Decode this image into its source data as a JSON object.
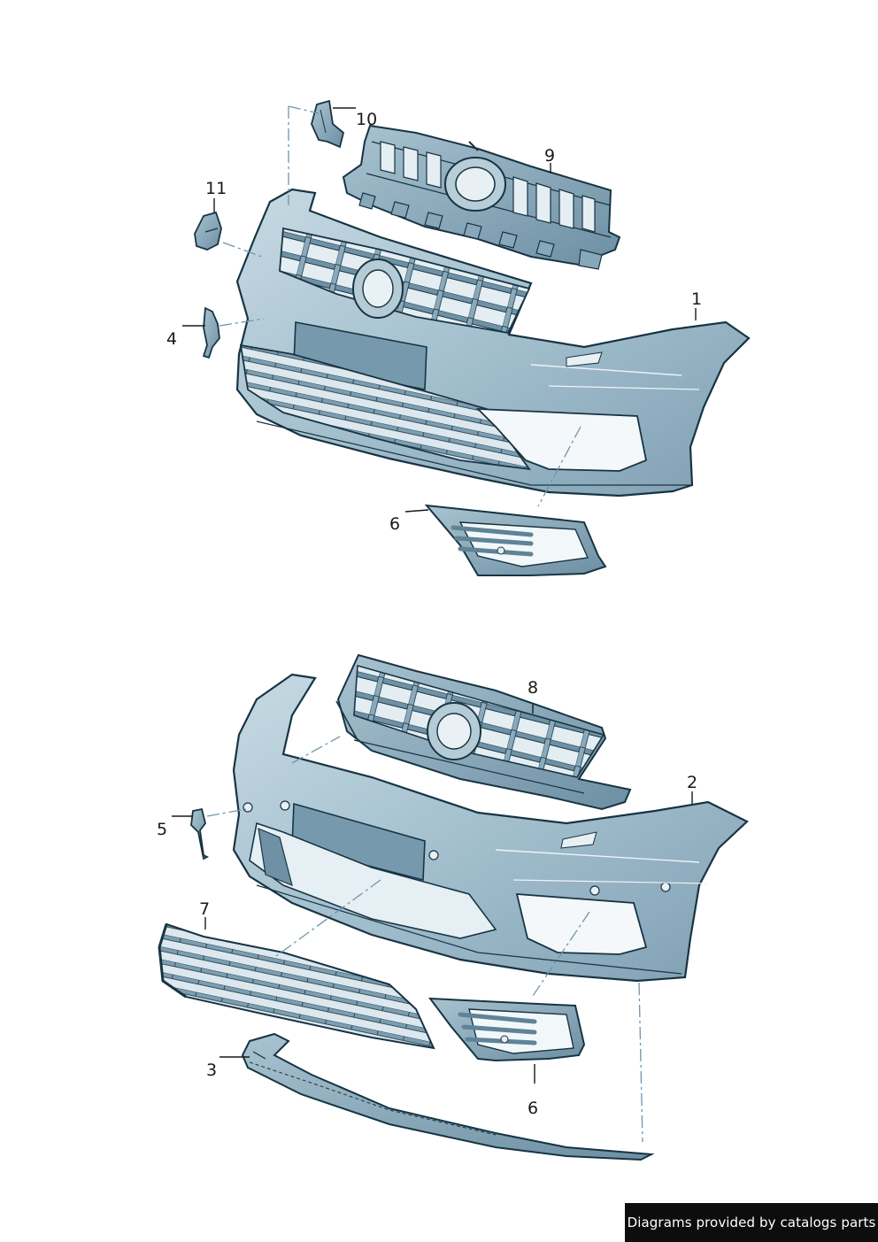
{
  "colors": {
    "part_fill": "#9fbccb",
    "part_fill_light": "#c6d9e2",
    "part_fill_dark": "#6f91a5",
    "outline": "#173443",
    "leader": "#1a1a1a",
    "dashdot": "#6f95ab",
    "footer_bg": "#0d0d0d",
    "footer_text": "#ffffff"
  },
  "callouts": [
    {
      "id": "1",
      "text": "1"
    },
    {
      "id": "2",
      "text": "2"
    },
    {
      "id": "3",
      "text": "3"
    },
    {
      "id": "4",
      "text": "4"
    },
    {
      "id": "5",
      "text": "5"
    },
    {
      "id": "6a",
      "text": "6"
    },
    {
      "id": "6b",
      "text": "6"
    },
    {
      "id": "7",
      "text": "7"
    },
    {
      "id": "8",
      "text": "8"
    },
    {
      "id": "9",
      "text": "9"
    },
    {
      "id": "10",
      "text": "10"
    },
    {
      "id": "11",
      "text": "11"
    }
  ],
  "footer": {
    "text": "Diagrams provided by catalogs parts"
  }
}
